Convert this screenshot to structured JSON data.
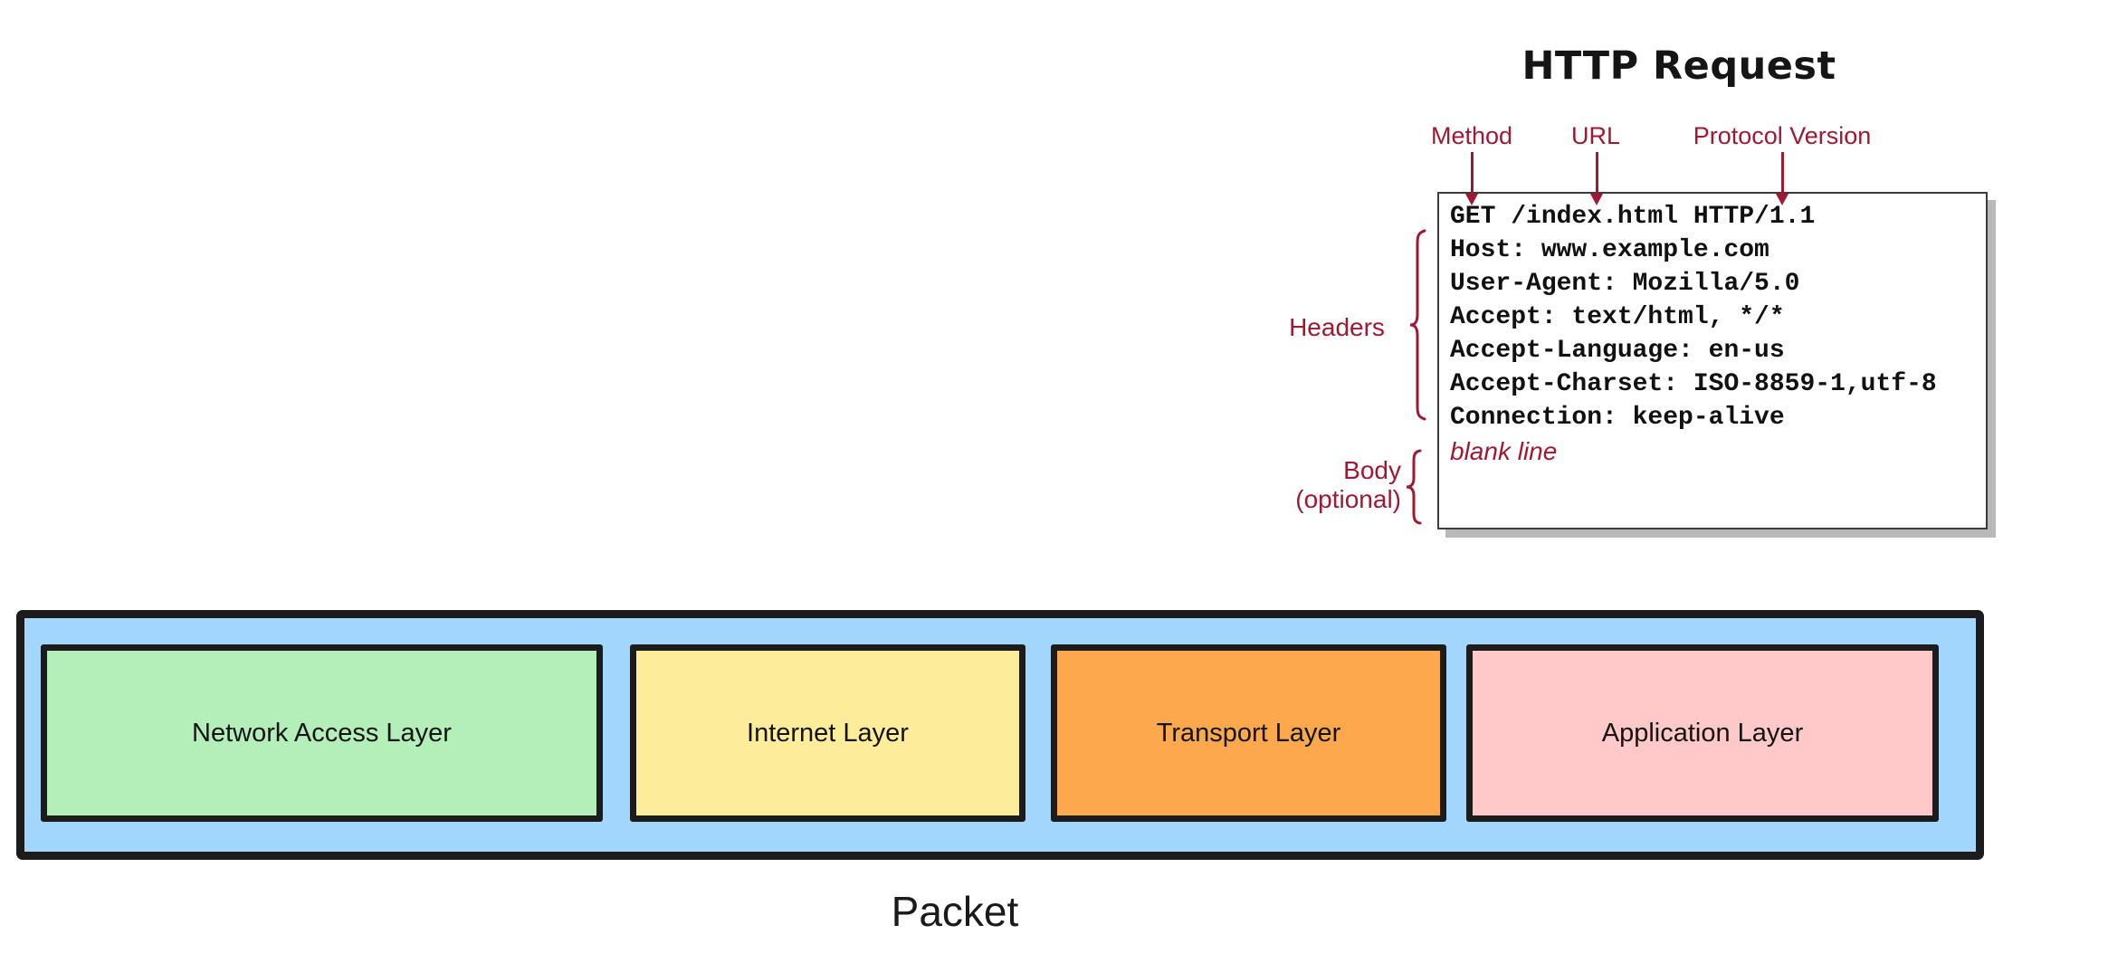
{
  "http_request": {
    "title": "HTTP Request",
    "annotations": {
      "method": "Method",
      "url": "URL",
      "protocol_version": "Protocol Version"
    },
    "request_line": "GET /index.html HTTP/1.1",
    "header_lines": [
      "Host: www.example.com",
      "User-Agent: Mozilla/5.0",
      "Accept: text/html, */*",
      "Accept-Language: en-us",
      "Accept-Charset: ISO-8859-1,utf-8",
      "Connection: keep-alive"
    ],
    "blank_line_label": "blank line",
    "side_labels": {
      "headers": "Headers",
      "body_line1": "Body",
      "body_line2": "(optional)"
    }
  },
  "packet": {
    "caption": "Packet",
    "layers": [
      {
        "name": "Network Access Layer",
        "color": "#B4EFBA"
      },
      {
        "name": "Internet Layer",
        "color": "#FDEC9A"
      },
      {
        "name": "Transport Layer",
        "color": "#FCA94D"
      },
      {
        "name": "Application Layer",
        "color": "#FFC9CA"
      }
    ],
    "background_color": "#A3D6FC"
  },
  "colors": {
    "annotation_red": "#A01933",
    "border_black": "#1C1C1C",
    "shadow_gray": "#B9B9B9"
  }
}
